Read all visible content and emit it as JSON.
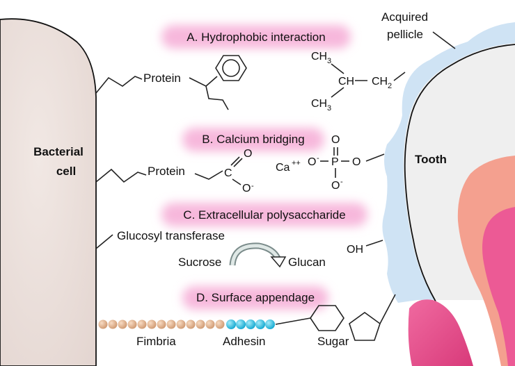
{
  "bacterial_cell": {
    "line1": "Bacterial",
    "line2": "cell"
  },
  "tooth": {
    "label": "Tooth",
    "pellicle_line1": "Acquired",
    "pellicle_line2": "pellicle"
  },
  "mechanisms": {
    "a_title": "A. Hydrophobic interaction",
    "b_title": "B. Calcium bridging",
    "c_title": "C. Extracellular polysaccharide",
    "d_title": "D. Surface appendage"
  },
  "section_a": {
    "protein": "Protein",
    "ch3": "CH",
    "ch": "CH",
    "ch2": "CH",
    "sub3": "3",
    "sub2": "2"
  },
  "section_b": {
    "protein": "Protein",
    "carbon": "C",
    "oxygen": "O",
    "o_minus": "O",
    "minus": "-",
    "calcium": "Ca",
    "calcium_charge": "++",
    "phosphorus": "P",
    "p_o_left": "O",
    "p_o_right": "O",
    "p_o_top": "O",
    "p_o_bottom": "O"
  },
  "section_c": {
    "enzyme": "Glucosyl transferase",
    "sucrose": "Sucrose",
    "glucan": "Glucan",
    "hydroxyl": "OH"
  },
  "section_d": {
    "fimbria": "Fimbria",
    "adhesin": "Adhesin",
    "sugar": "Sugar"
  },
  "colors": {
    "cell_fill": "#ede3df",
    "pellicle": "#cfe3f4",
    "enamel": "#efefef",
    "dentin": "#f4a08f",
    "pulp": "#f0609a",
    "gum": "#ec4e8c",
    "title_glow": "#f7b8dc",
    "fimbria_bead": "#e6b48e",
    "adhesin_bead": "#33c6e6"
  }
}
